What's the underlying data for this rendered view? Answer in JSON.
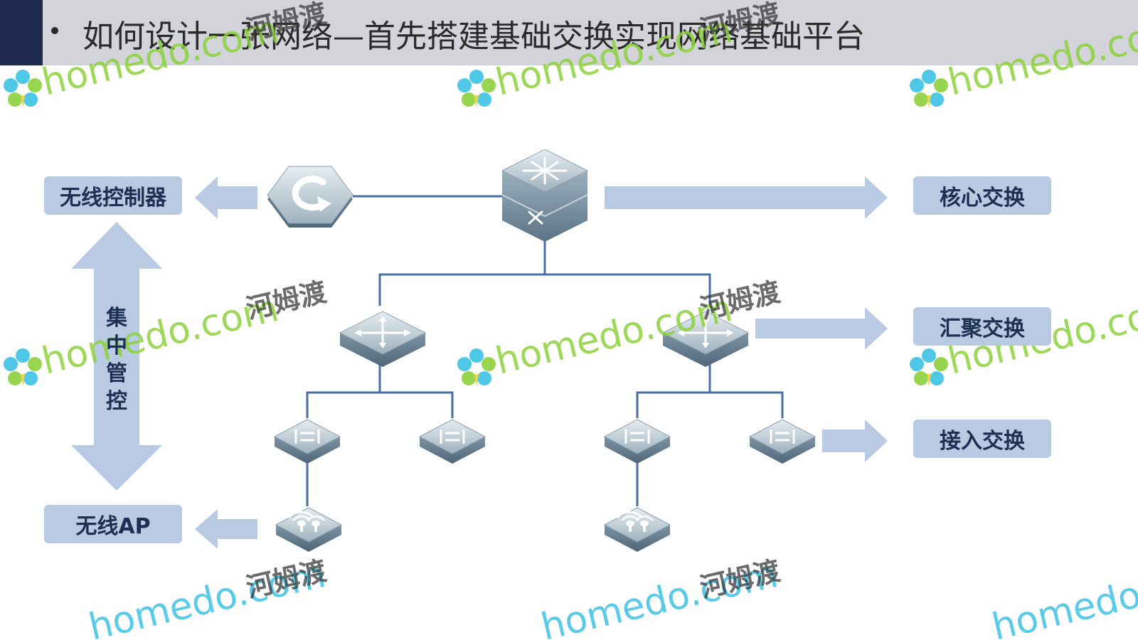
{
  "slide": {
    "title": "如何设计一张网络—首先搭建基础交换实现网络基础平台"
  },
  "labels": {
    "wireless_controller": "无线控制器",
    "wireless_ap": "无线AP",
    "core_switch": "核心交换",
    "aggregation_switch": "汇聚交换",
    "access_switch": "接入交换",
    "centralized_control": "集\n中\n管\n控"
  },
  "watermark": {
    "text": "homedo.com",
    "cn_text": "河姆渡"
  },
  "colors": {
    "header_bg": "#d2d4d9",
    "header_accent": "#1e2a4e",
    "label_bg": "#b8cbe2",
    "label_text": "#1d2f52",
    "link_line": "#4a6fa5",
    "arrow_fill": "#b8cbe2",
    "device_fill": "#6f8799",
    "watermark_green": "#8cd13a",
    "watermark_cyan": "#3cc2e6"
  },
  "icons": {
    "core": "core-switch-icon",
    "controller": "wireless-controller-icon",
    "aggregation": "aggregation-switch-icon",
    "access": "access-switch-icon",
    "ap": "wireless-ap-icon"
  }
}
